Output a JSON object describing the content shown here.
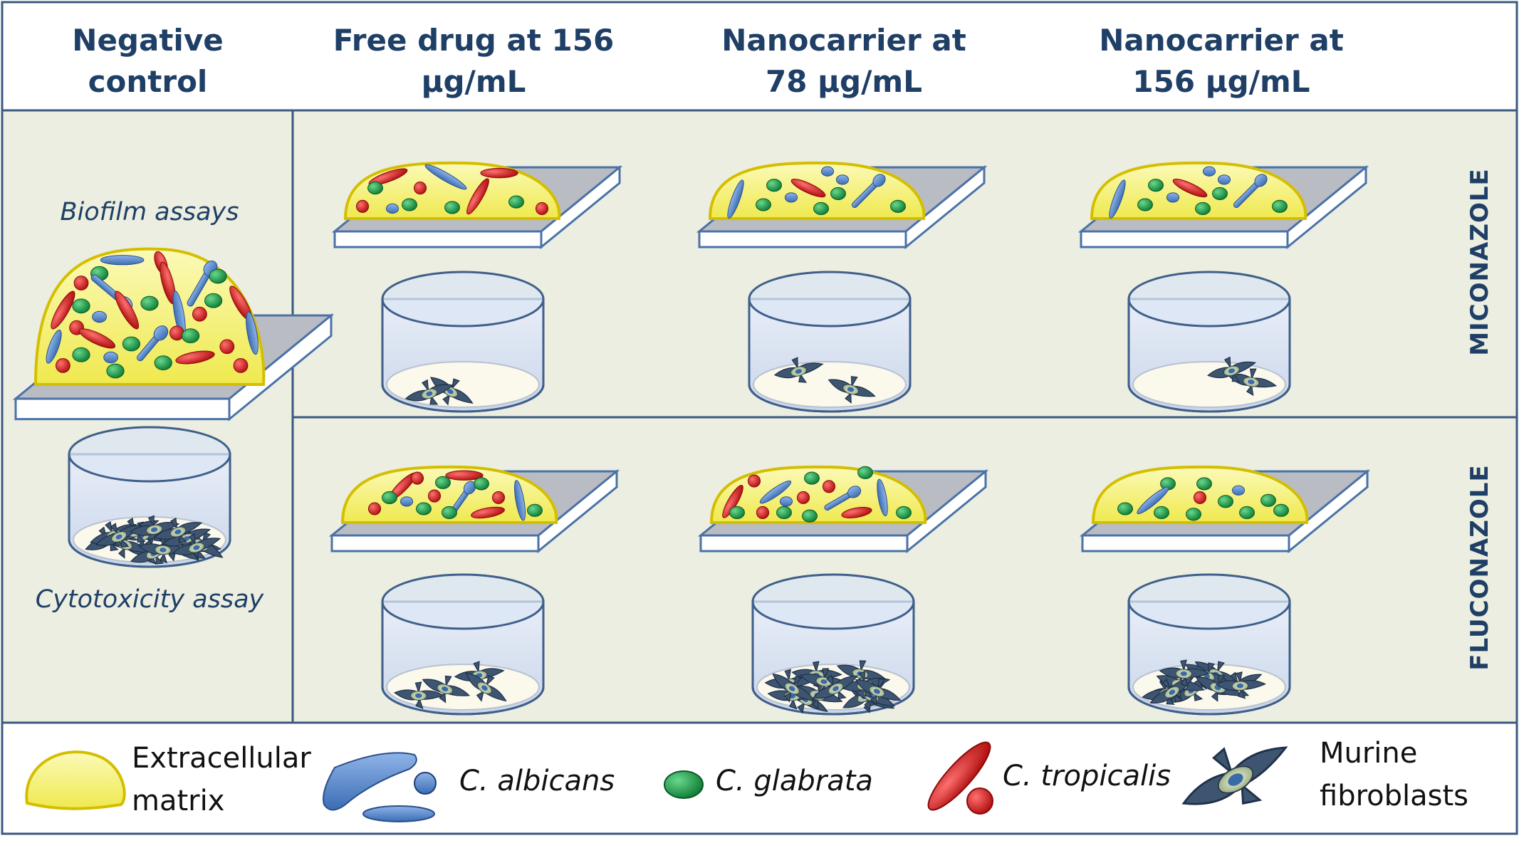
{
  "columns": [
    {
      "line1": "Negative control",
      "line2": ""
    },
    {
      "line1": "Free drug at 156",
      "line2": "µg/mL"
    },
    {
      "line1": "Nanocarrier at",
      "line2": "78 µg/mL"
    },
    {
      "line1": "Nanocarrier at",
      "line2": "156 µg/mL"
    }
  ],
  "control_labels": {
    "biofilm": "Biofilm assays",
    "cytotoxicity": "Cytotoxicity assay"
  },
  "rows": [
    "MICONAZOLE",
    "FLUCONAZOLE"
  ],
  "legend": {
    "ecm_line1": "Extracellular",
    "ecm_line2": "matrix",
    "albicans": "C. albicans",
    "glabrata": "C. glabrata",
    "tropicalis": "C. tropicalis",
    "fibro_line1": "Murine",
    "fibro_line2": "fibroblasts"
  },
  "colors": {
    "title": "#1f3f66",
    "panel_bg": "#ebeee0",
    "grid_line": "#3a5a80",
    "matrix_fill": "#f4f27a",
    "matrix_edge": "#d8c400",
    "albicans": "#4f7fc4",
    "glabrata": "#1e9e4a",
    "tropicalis": "#d61f1f"
  }
}
